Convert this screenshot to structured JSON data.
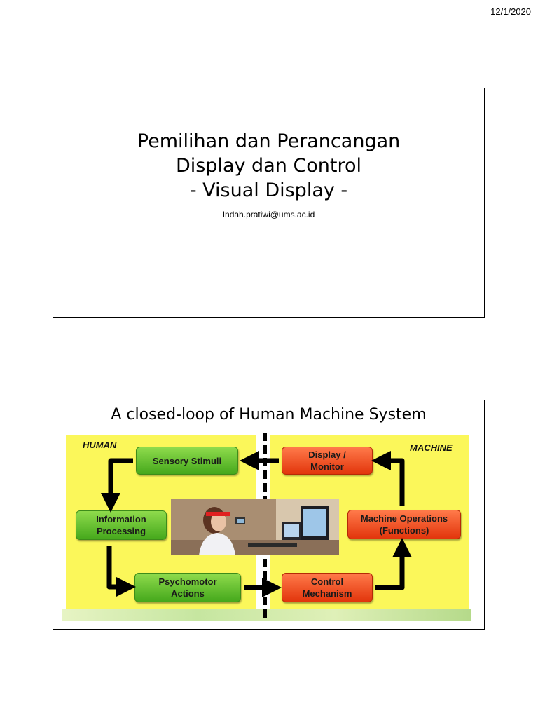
{
  "header": {
    "date": "12/1/2020"
  },
  "slide1": {
    "title_line1": "Pemilihan dan Perancangan",
    "title_line2": "Display dan Control",
    "title_line3": "- Visual Display -",
    "email": "Indah.pratiwi@ums.ac.id"
  },
  "slide2": {
    "title": "A closed-loop of Human Machine System",
    "diagram": {
      "human_label": "HUMAN",
      "machine_label": "MACHINE",
      "sensory_stimuli": "Sensory Stimuli",
      "info_line1": "Information",
      "info_line2": "Processing",
      "psycho_line1": "Psychomotor",
      "psycho_line2": "Actions",
      "display_line1": "Display /",
      "display_line2": "Monitor",
      "machine_ops_line1": "Machine Operations",
      "machine_ops_line2": "(Functions)",
      "control_line1": "Control",
      "control_line2": "Mechanism",
      "colors": {
        "human_box": "#5cc02c",
        "machine_box": "#f04a1a",
        "panel": "#fbf75a"
      }
    }
  }
}
